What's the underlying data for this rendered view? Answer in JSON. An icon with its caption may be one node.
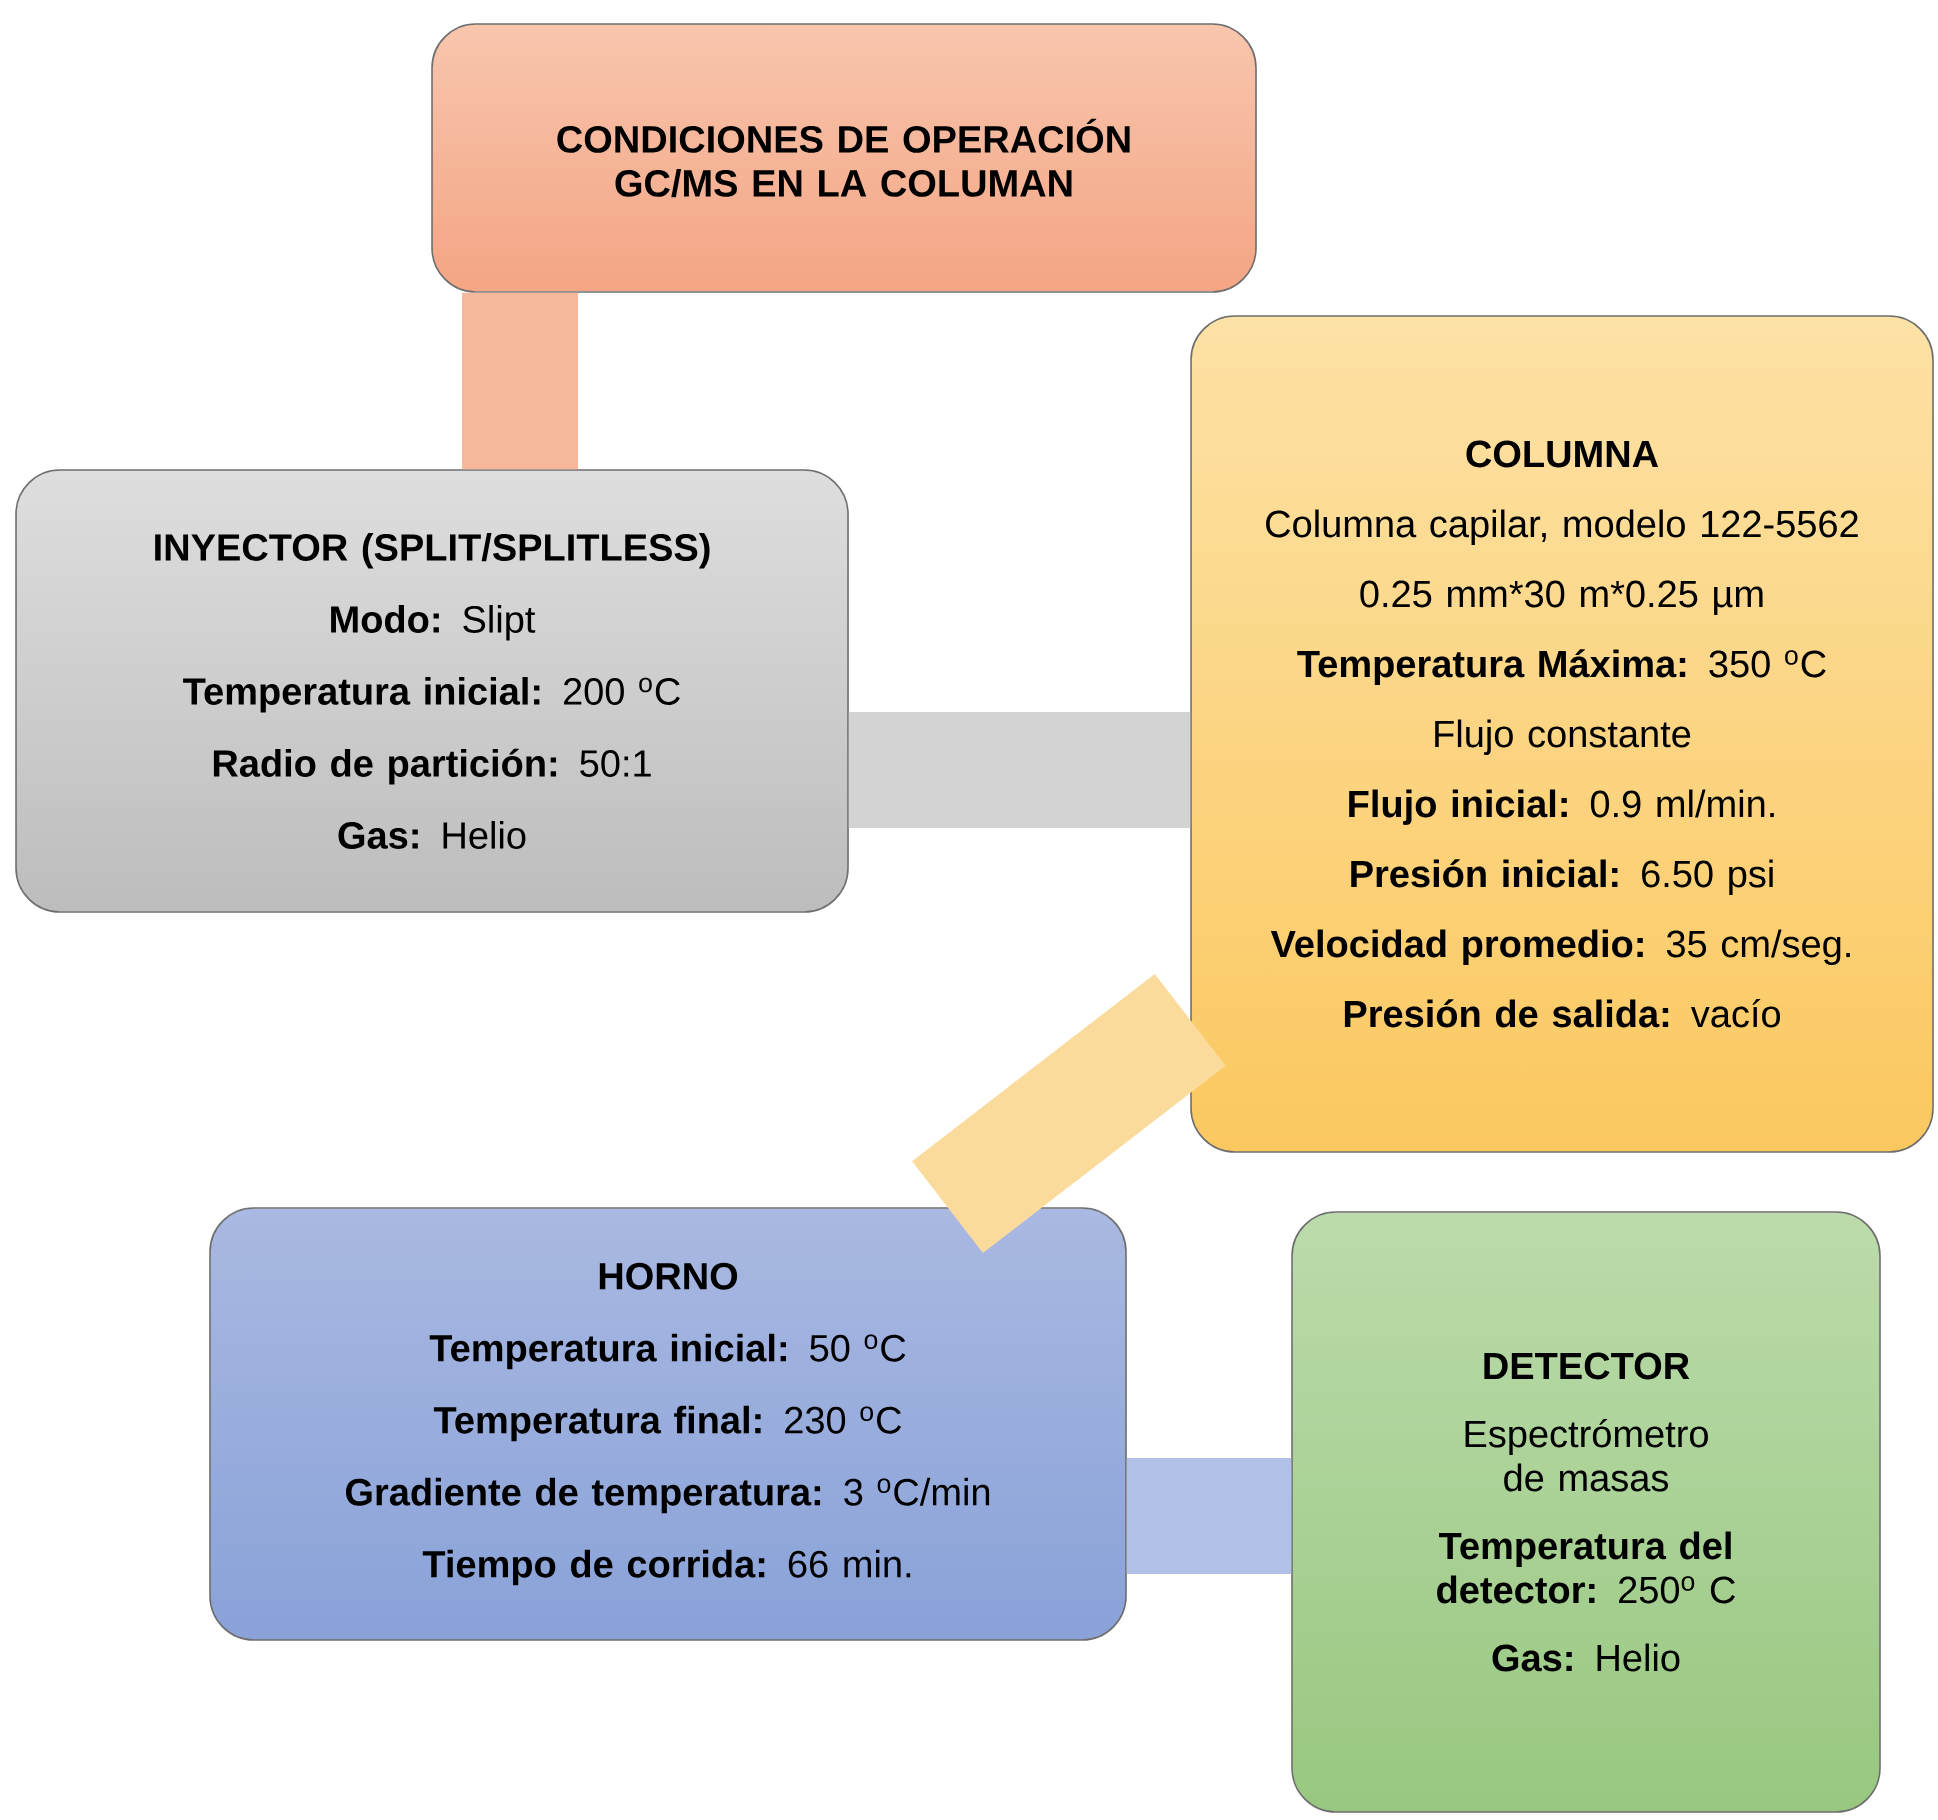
{
  "diagram": {
    "nodes": [
      {
        "text": [
          "CONDICIONES DE OPERACIÓN GC/MS EN LA COLUMAN"
        ]
      },
      {
        "text": [
          "INYECTOR (SPLIT/SPLITLESS)",
          "**Modo:** Slipt",
          "**Temperatura inicial:** 200 $^{o}$C",
          "**Radio de partición:** 50:1",
          "**Gas:** Helio"
        ]
      },
      {
        "text": [
          "COLUMNA",
          "Columna capilar, modelo 122-5562",
          "0.25 mm*30 m*0.25 µm",
          "**Temperatura Máxima:** 350 $^{o}$C",
          "Flujo constante",
          "**Flujo inicial:** 0.9 ml/min.",
          "**Presión inicial:** 6.50 psi",
          "**Velocidad promedio:** 35 cm/seg.",
          "**Presión de salida:** vacío"
        ]
      },
      {
        "text": [
          "HORNO",
          "**Temperatura inicial:** 50 $^{o}$C",
          "**Temperatura final:** 230 $^{o}$C",
          "**Gradiente de temperatura:** 3 $^{o}$C/min",
          "**Tiempo de corrida:** 66 min."
        ]
      },
      {
        "text": [
          "DETECTOR",
          "Espectrómetro de masas",
          "**Temperatura del detector:** 250$^{o}$ C",
          "**Gas:** Helio"
        ]
      }
    ],
    "edges": [
      {
        "from": 0,
        "to": 1,
        "arrow": "none",
        "color": "#f6b89a"
      },
      {
        "from": 1,
        "to": 2,
        "arrow": "none",
        "color": "#d3d3d3"
      },
      {
        "from": 2,
        "to": 3,
        "arrow": "none",
        "color": "#fbdb9c"
      },
      {
        "from": 3,
        "to": 4,
        "arrow": "none",
        "color": "#b0c0e6"
      }
    ]
  }
}
